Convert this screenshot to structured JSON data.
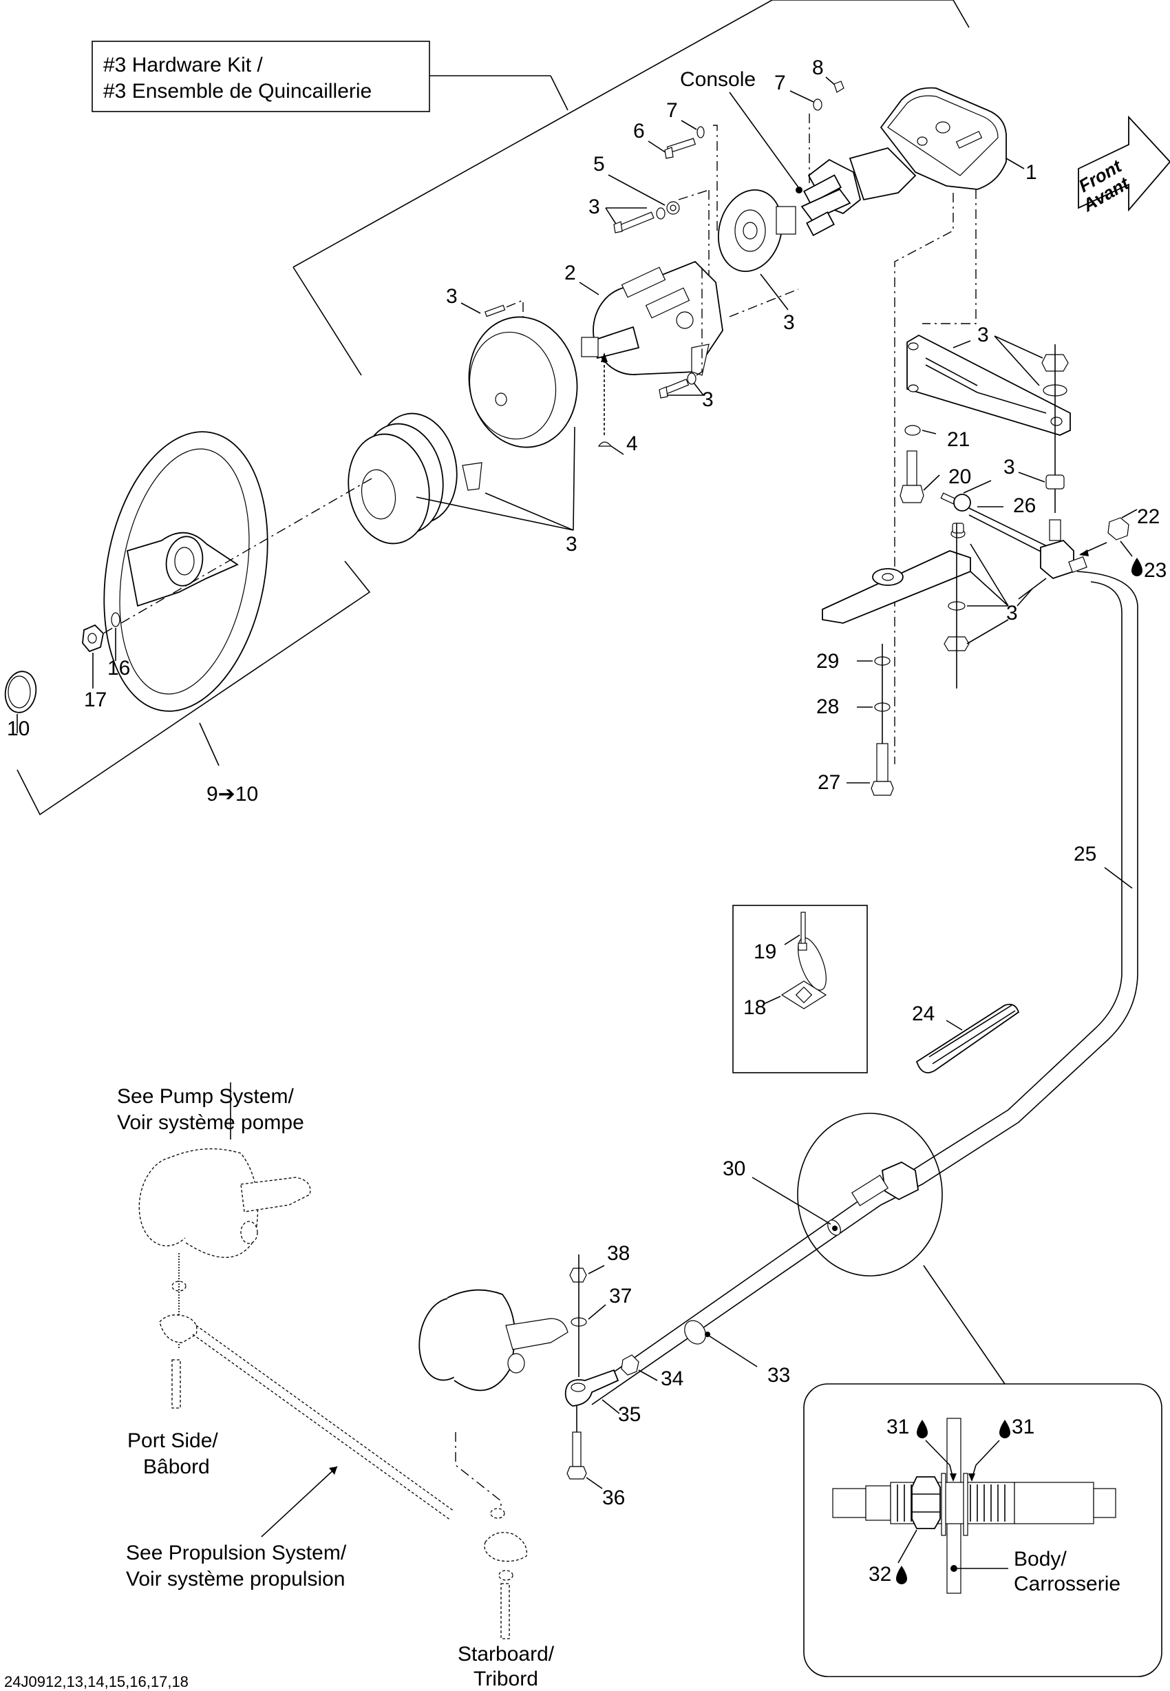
{
  "diagram": {
    "title_box": {
      "line1": "#3 Hardware Kit /",
      "line2": "#3 Ensemble de Quincaillerie"
    },
    "front_arrow": {
      "line1": "Front",
      "line2": "Avant"
    },
    "console_label": "Console",
    "kit_label": "9➔10",
    "callouts": {
      "c1": "1",
      "c2": "2",
      "c3a": "3",
      "c3b": "3",
      "c3c": "3",
      "c3d": "3",
      "c3e": "3",
      "c3f": "3",
      "c3g": "3",
      "c3h": "3",
      "c4": "4",
      "c5": "5",
      "c6": "6",
      "c7a": "7",
      "c7b": "7",
      "c8": "8",
      "c10": "10",
      "c16": "16",
      "c17": "17",
      "c18": "18",
      "c19": "19",
      "c20": "20",
      "c21": "21",
      "c22": "22",
      "c23": "23",
      "c24": "24",
      "c25": "25",
      "c26": "26",
      "c27": "27",
      "c28": "28",
      "c29": "29",
      "c30": "30",
      "c31a": "31",
      "c31b": "31",
      "c32": "32",
      "c33": "33",
      "c34": "34",
      "c35": "35",
      "c36": "36",
      "c37": "37",
      "c38": "38"
    },
    "references": {
      "pump_line1": "See Pump System/",
      "pump_line2": "Voir système pompe",
      "port_line1": "Port Side/",
      "port_line2": "Bâbord",
      "propulsion_line1": "See Propulsion System/",
      "propulsion_line2": "Voir système propulsion",
      "starboard_line1": "Starboard/",
      "starboard_line2": "Tribord",
      "body_line1": "Body/",
      "body_line2": "Carrosserie"
    },
    "footer_code": "24J0912,13,14,15,16,17,18",
    "icons": {
      "lubricant": "droplet-icon",
      "direction": "front-arrow-icon"
    }
  }
}
